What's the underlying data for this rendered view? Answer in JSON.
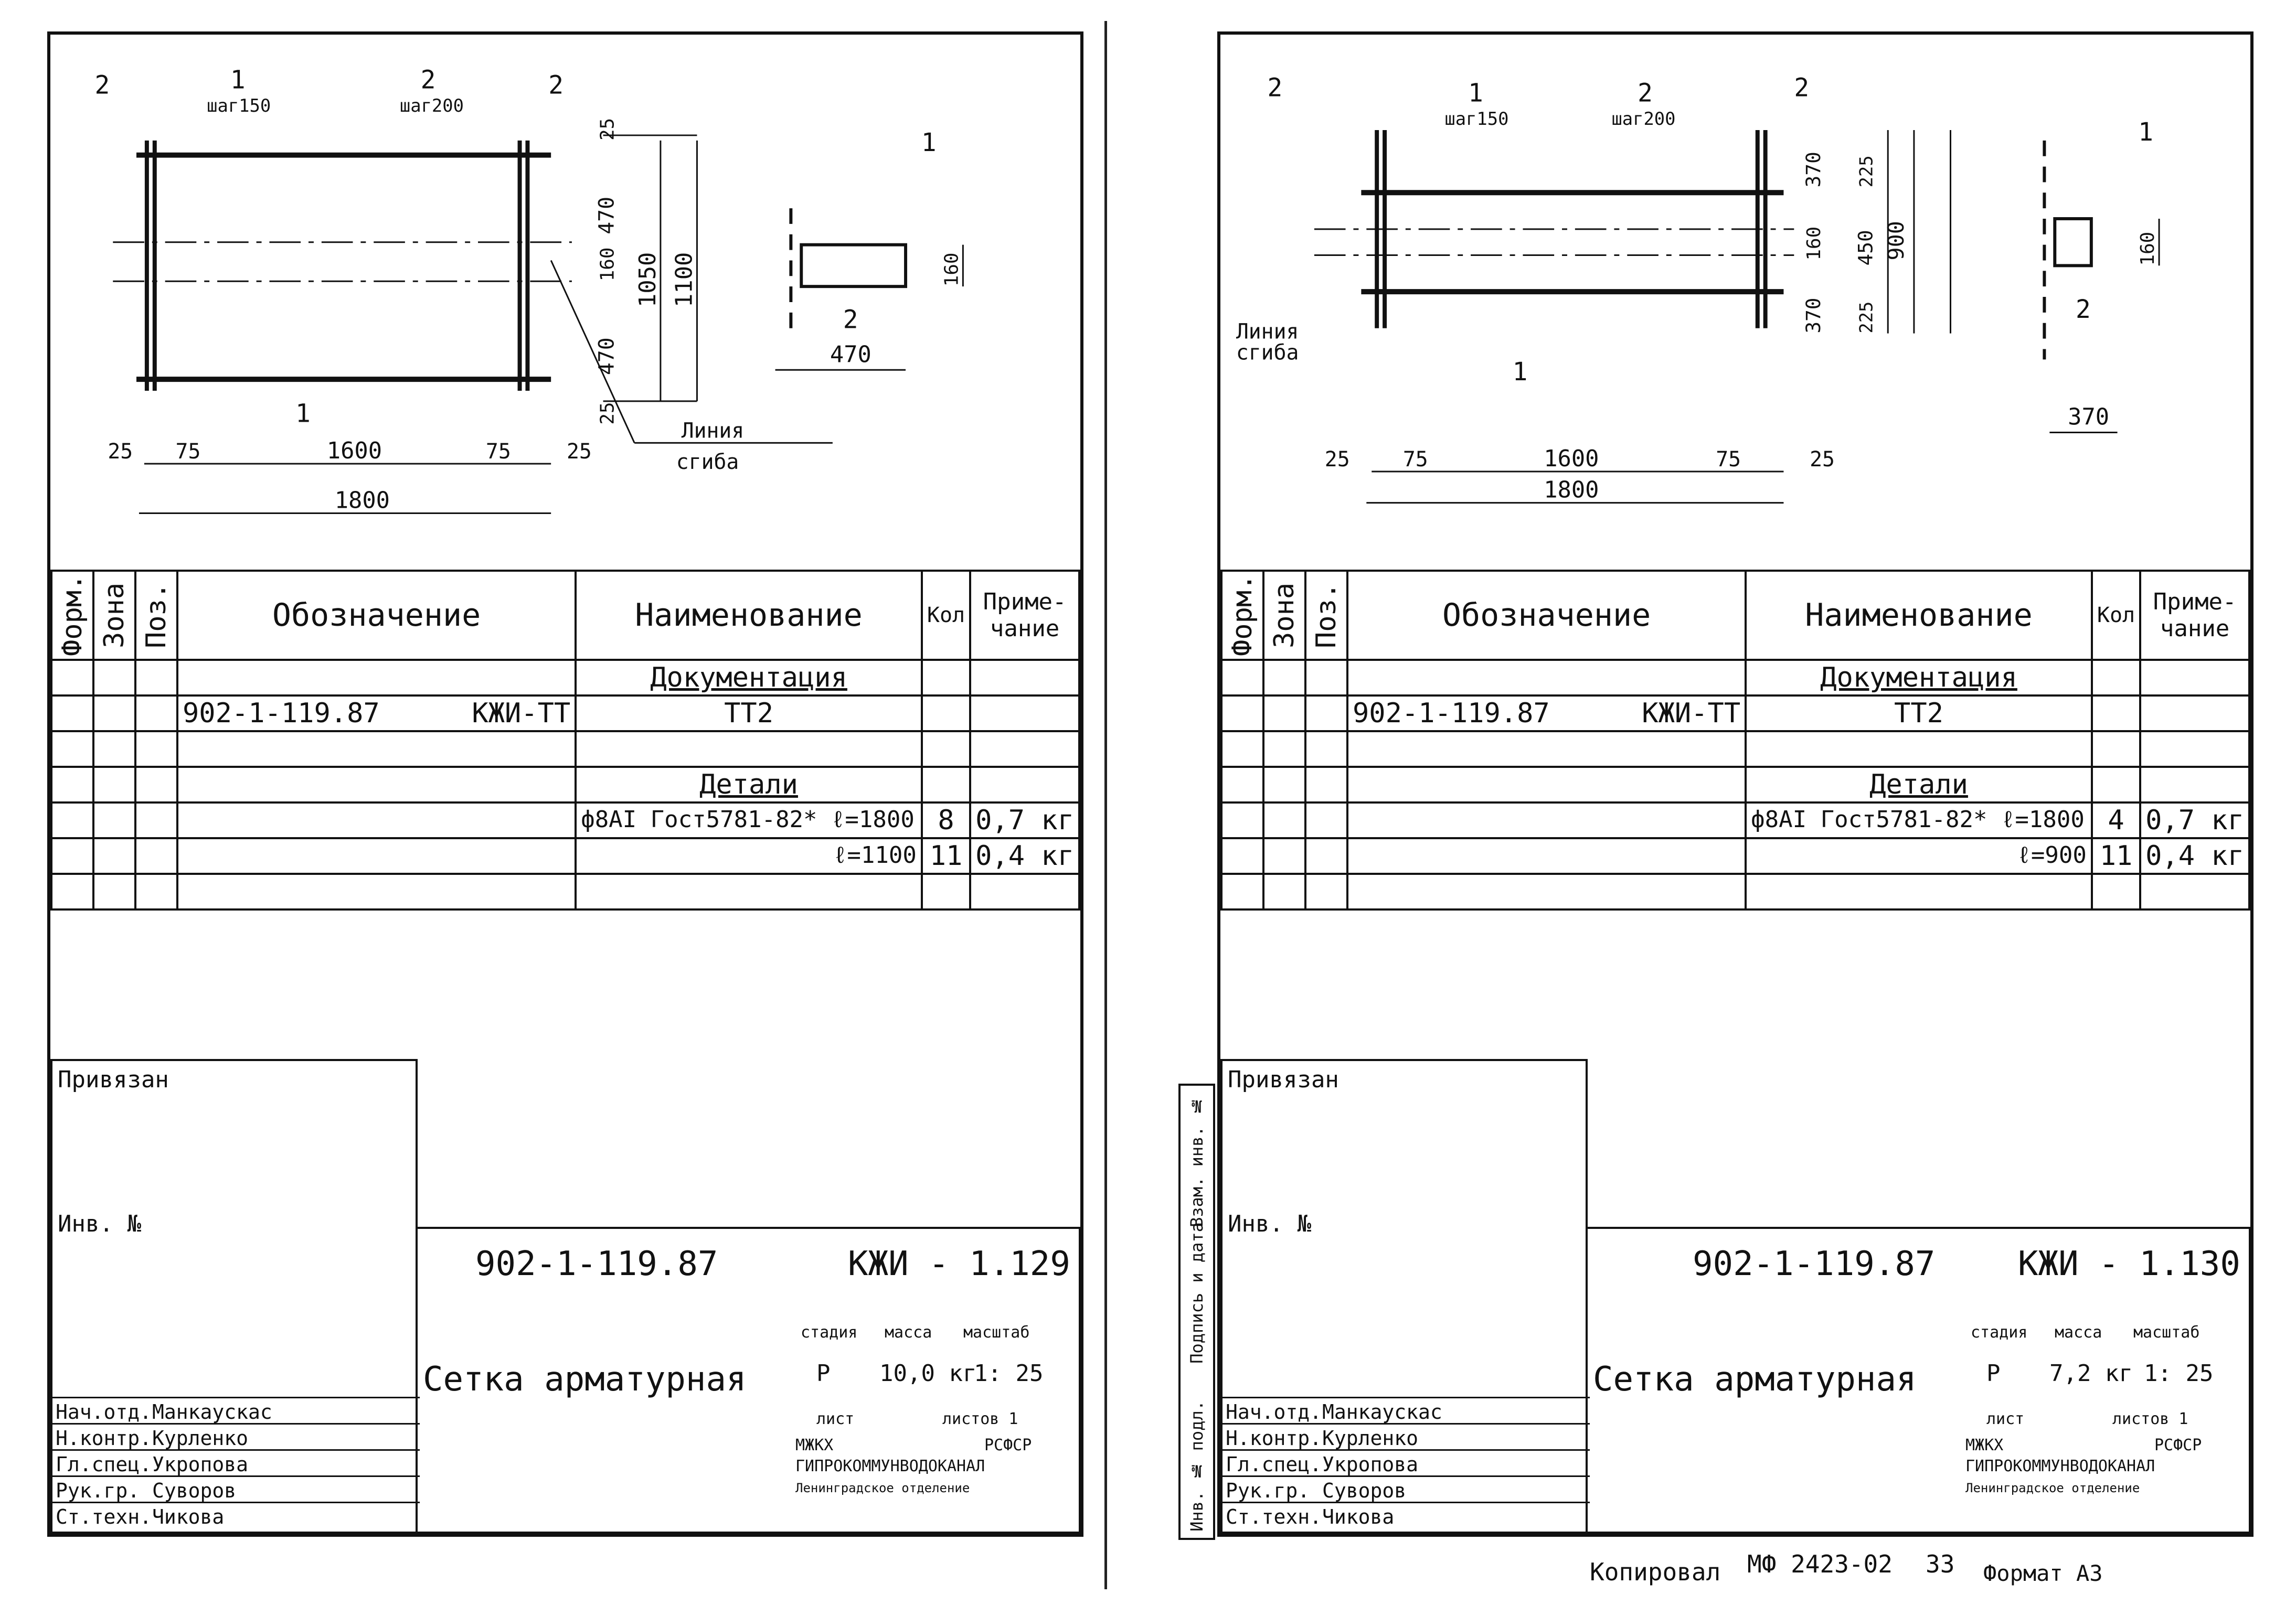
{
  "left": {
    "drawing": {
      "labels": {
        "pos1_top": "1",
        "step1": "шаг150",
        "pos2_top": "2",
        "step2": "шаг200",
        "pos2_l": "2",
        "pos2_r": "2",
        "pos1_bot": "1",
        "sec_pos1": "1",
        "sec_pos2": "2",
        "bend_line": "Линия",
        "bend_line2": "сгиба"
      },
      "dims": {
        "d25a": "25",
        "d470a": "470",
        "d160": "160",
        "d470b": "470",
        "d25b": "25",
        "d1050": "1050",
        "d1100": "1100",
        "d160s": "160",
        "d470s": "470",
        "b25l": "25",
        "b75l": "75",
        "b1600": "1600",
        "b75r": "75",
        "b25r": "25",
        "b1800": "1800"
      }
    },
    "spec": {
      "headers": {
        "form": "Форм.",
        "zone": "Зона",
        "pos": "Поз.",
        "designation": "Обозначение",
        "name": "Наименование",
        "qty": "Кол",
        "note": "Приме-чание"
      },
      "section_docs": "Документация",
      "doc_code": "902-1-119.87",
      "doc_mark": "КЖИ-ТТ",
      "doc_name": "ТТ2",
      "section_parts": "Детали",
      "row1_name": "ф8АI Гост5781-82* ℓ=1800",
      "row1_qty": "8",
      "row1_note": "0,7 кг",
      "row2_name": "ℓ=1100",
      "row2_qty": "11",
      "row2_note": "0,4 кг"
    },
    "stamp": {
      "bound": "Привязан",
      "inv": "Инв. №",
      "code": "902-1-119.87",
      "mark": "КЖИ - 1.129",
      "title": "Сетка арматурная",
      "stage_h": "стадия",
      "mass_h": "масса",
      "scale_h": "масштаб",
      "stage": "Р",
      "mass": "10,0 кг",
      "scale": "1: 25",
      "sheet": "лист",
      "sheets": "листов 1",
      "org1": "МЖКХ",
      "org2": "РСФСР",
      "org3": "ГИПРОКОММУНВОДОКАНАЛ",
      "org4": "Ленинградское отделение",
      "roles": [
        "Нач.отд.",
        "Н.контр.",
        "Гл.спец.",
        "Рук.гр.",
        "Ст.техн."
      ],
      "names": [
        "Манкаускас",
        "Курленко",
        "Укропова",
        "Суворов",
        "Чикова"
      ]
    }
  },
  "right": {
    "drawing": {
      "labels": {
        "pos2_l": "2",
        "pos1_top": "1",
        "step1": "шаг150",
        "pos2_top": "2",
        "step2": "шаг200",
        "pos2_r": "2",
        "bend_line": "Линия",
        "bend_line2": "сгиба",
        "pos1_bot": "1",
        "sec_pos1": "1",
        "sec_pos2": "2"
      },
      "dims": {
        "d370a": "370",
        "d160": "160",
        "d370b": "370",
        "d225a": "225",
        "d450": "450",
        "d225b": "225",
        "d900": "900",
        "d160s": "160",
        "d370s": "370",
        "b25l": "25",
        "b75l": "75",
        "b1600": "1600",
        "b75r": "75",
        "b25r": "25",
        "b1800": "1800"
      }
    },
    "spec": {
      "headers": {
        "form": "Форм.",
        "zone": "Зона",
        "pos": "Поз.",
        "designation": "Обозначение",
        "name": "Наименование",
        "qty": "Кол",
        "note": "Приме-чание"
      },
      "section_docs": "Документация",
      "doc_code": "902-1-119.87",
      "doc_mark": "КЖИ-ТТ",
      "doc_name": "ТТ2",
      "section_parts": "Детали",
      "row1_name": "ф8АI Гост5781-82* ℓ=1800",
      "row1_qty": "4",
      "row1_note": "0,7 кг",
      "row2_name": "ℓ=900",
      "row2_qty": "11",
      "row2_note": "0,4 кг"
    },
    "stamp": {
      "bound": "Привязан",
      "inv": "Инв. №",
      "code": "902-1-119.87",
      "mark": "КЖИ - 1.130",
      "title": "Сетка арматурная",
      "stage_h": "стадия",
      "mass_h": "масса",
      "scale_h": "масштаб",
      "stage": "Р",
      "mass": "7,2 кг",
      "scale": "1: 25",
      "sheet": "лист",
      "sheets": "листов 1",
      "org1": "МЖКХ",
      "org2": "РСФСР",
      "org3": "ГИПРОКОММУНВОДОКАНАЛ",
      "org4": "Ленинградское отделение",
      "roles": [
        "Нач.отд.",
        "Н.контр.",
        "Гл.спец.",
        "Рук.гр.",
        "Ст.техн."
      ],
      "names": [
        "Манкаускас",
        "Курленко",
        "Укропова",
        "Суворов",
        "Чикова"
      ],
      "side": [
        "Взам. инв. №",
        "Подпись и дата",
        "Инв. № подл."
      ]
    }
  },
  "footer": {
    "copied": "Копировал",
    "copy_code": "МФ 2423-02",
    "copy_num": "33",
    "format": "Формат А3"
  }
}
